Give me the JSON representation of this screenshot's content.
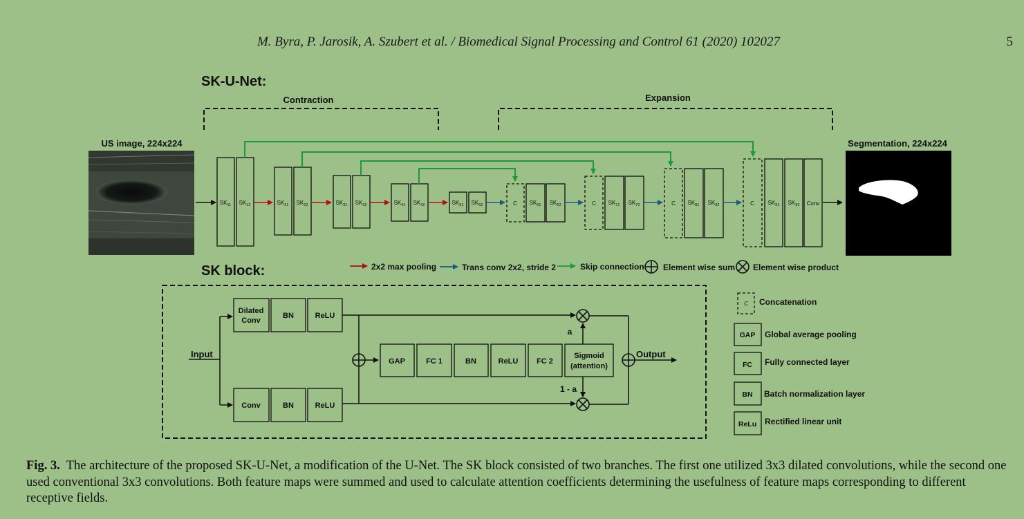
{
  "header": {
    "citation": "M. Byra, P. Jarosik, A. Szubert et al. / Biomedical Signal Processing and Control 61 (2020) 102027",
    "page_number": "5"
  },
  "figure": {
    "title_sk_unet": "SK-U-Net:",
    "contraction_label": "Contraction",
    "expansion_label": "Expansion",
    "input_label": "US image, 224x224",
    "output_label": "Segmentation, 224x224",
    "layers": {
      "sk11_base": "SK",
      "sk11_sub": "11",
      "sk12_base": "SK",
      "sk12_sub": "12",
      "sk21_base": "SK",
      "sk21_sub": "21",
      "sk22_base": "SK",
      "sk22_sub": "22",
      "sk31_base": "SK",
      "sk31_sub": "31",
      "sk32_base": "SK",
      "sk32_sub": "32",
      "sk41_base": "SK",
      "sk41_sub": "41",
      "sk42_base": "SK",
      "sk42_sub": "42",
      "sk51_base": "SK",
      "sk51_sub": "51",
      "sk52_base": "SK",
      "sk52_sub": "52",
      "sk61_base": "SK",
      "sk61_sub": "61",
      "sk62_base": "SK",
      "sk62_sub": "62",
      "sk71_base": "SK",
      "sk71_sub": "71",
      "sk72_base": "SK",
      "sk72_sub": "72",
      "sk81_base": "SK",
      "sk81_sub": "81",
      "sk82_base": "SK",
      "sk82_sub": "82",
      "sk91_base": "SK",
      "sk91_sub": "91",
      "sk92_base": "SK",
      "sk92_sub": "92",
      "concat": "C",
      "conv": "Conv"
    },
    "legend": {
      "maxpool": "2x2 max pooling",
      "transconv": "Trans conv 2x2, stride 2",
      "skip": "Skip connection",
      "sum": "Element wise sum",
      "product": "Element wise product",
      "concatenation": "Concatenation",
      "concat_symbol": "C",
      "gap_abbr": "GAP",
      "gap_desc": "Global average pooling",
      "fc_abbr": "FC",
      "fc_desc": "Fully connected layer",
      "bn_abbr": "BN",
      "bn_desc": "Batch normalization layer",
      "relu_abbr": "ReLu",
      "relu_desc": "Rectified linear unit"
    },
    "sk_block": {
      "title": "SK block:",
      "input": "Input",
      "output": "Output",
      "dilated_line1": "Dilated",
      "dilated_line2": "Conv",
      "bn": "BN",
      "relu": "ReLU",
      "conv": "Conv",
      "gap": "GAP",
      "fc1": "FC 1",
      "fc2": "FC 2",
      "sigmoid_line1": "Sigmoid",
      "sigmoid_line2": "(attention)",
      "a": "a",
      "one_minus_a": "1 - a"
    },
    "colors": {
      "maxpool": "#b01010",
      "transconv": "#1a5c80",
      "skip": "#1a9a3a",
      "line": "#111111",
      "background": "#9dbf88"
    }
  },
  "caption": {
    "label": "Fig. 3.",
    "text": "The architecture of the proposed SK-U-Net, a modification of the U-Net. The SK block consisted of two branches. The first one utilized 3x3 dilated convolutions, while the second one used conventional 3x3 convolutions. Both feature maps were summed and used to calculate attention coefficients determining the usefulness of feature maps corresponding to different receptive fields."
  }
}
